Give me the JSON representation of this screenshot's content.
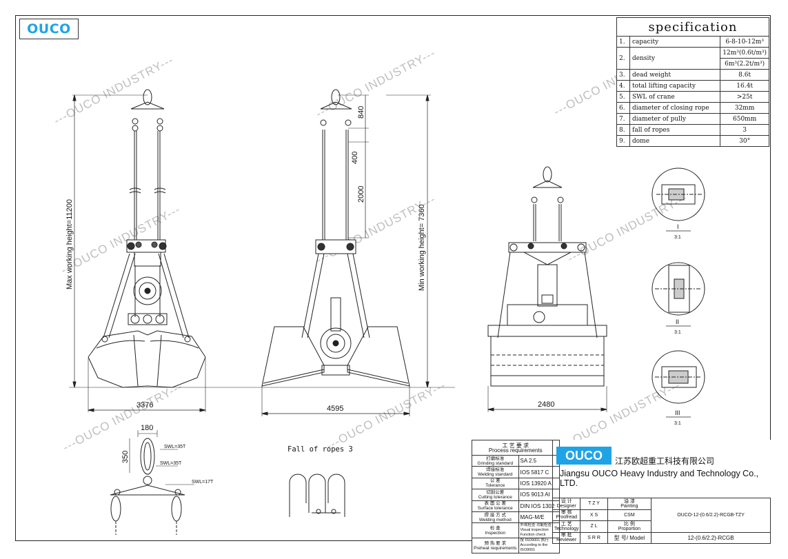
{
  "logo_text": "OUCO",
  "watermark": "---OUCO INDUSTRY---",
  "spec": {
    "title": "specification",
    "rows": [
      {
        "no": "1.",
        "item": "capacity",
        "value": "6-8-10-12m³"
      },
      {
        "no": "2.",
        "item": "density",
        "value": "12m³(0.6t/m³)"
      },
      {
        "no": "",
        "item": "",
        "value": "6m³(2.2t/m³)"
      },
      {
        "no": "3.",
        "item": "dead weight",
        "value": "8.6t"
      },
      {
        "no": "4.",
        "item": "total lifting capacity",
        "value": "16.4t"
      },
      {
        "no": "5.",
        "item": "SWL of crane",
        "value": ">25t"
      },
      {
        "no": "6.",
        "item": "diameter of closing rope",
        "value": "32mm"
      },
      {
        "no": "7.",
        "item": "diameter of pully",
        "value": "650mm"
      },
      {
        "no": "8.",
        "item": "fall of ropes",
        "value": "3"
      },
      {
        "no": "9.",
        "item": "dome",
        "value": "30°"
      }
    ]
  },
  "dims": {
    "max_height": "Max working height=11200",
    "min_height": "Min working height= 7360",
    "w1": "3376",
    "w2": "4595",
    "w3": "2480",
    "d840": "840",
    "d400": "400",
    "d2000": "2000",
    "d180": "180",
    "d350": "350",
    "swl35a": "SWL=35T",
    "swl35b": "SWL=35T",
    "swl17": "SWL=17T"
  },
  "fall_of_ropes": "Fall of ropes  3",
  "details": [
    {
      "roman": "I",
      "scale": "3:1"
    },
    {
      "roman": "II",
      "scale": "3:1"
    },
    {
      "roman": "III",
      "scale": "3:1"
    }
  ],
  "process": {
    "header_cn": "工 艺 要 求",
    "header_en": "Process requirements",
    "rows": [
      {
        "cn": "打磨标准",
        "en": "Grinding standard",
        "value": "SA  2.5"
      },
      {
        "cn": "焊接标准",
        "en": "Welding standard",
        "value": "IOS  5817  C"
      },
      {
        "cn": "公 差",
        "en": "Tolerance",
        "value": "IOS  13920  A"
      },
      {
        "cn": "切割公差",
        "en": "Cutting tolerance",
        "value": "IOS  9013  AI"
      },
      {
        "cn": "表 面 公 差",
        "en": "Surface tolerance",
        "value": "DIN  IOS  1302"
      },
      {
        "cn": "焊 接 方 式",
        "en": "Welding method",
        "value": "MAG-M/E"
      },
      {
        "cn": "检  查",
        "en": "Inspection",
        "value": "外观检查  功能检查\nVisual inspection  Function check"
      },
      {
        "cn": "预 热 要 求",
        "en": "Preheat requirements",
        "value": "按 ISO9001 执行\nAccording to the ISO9001"
      }
    ]
  },
  "company": {
    "cn": "江苏欧超重工科技有限公司",
    "en": "Jiangsu OUCO Heavy Industry and Technology Co., LTD."
  },
  "signs": [
    {
      "role_cn": "设 计",
      "role_en": "Designer",
      "name": "T Z Y",
      "k_cn": "油 漆",
      "k_en": "Painting",
      "k_val": ""
    },
    {
      "role_cn": "审 核",
      "role_en": "Proofread",
      "name": "X S",
      "k_cn": "",
      "k_en": "",
      "k_val": "CSM"
    },
    {
      "role_cn": "工 艺",
      "role_en": "Technology",
      "name": "Z L",
      "k_cn": "比 例",
      "k_en": "Proportion",
      "k_val": ""
    },
    {
      "role_cn": "审 批",
      "role_en": "Reviewer",
      "name": "S R R",
      "k_cn": "型 号/ Model",
      "k_en": "",
      "k_val": ""
    }
  ],
  "drawing_no": "OUCO-12-(0.6/2.2)-RCGB-TZY",
  "model_no": "12-(0.6/2.2)-RCGB"
}
